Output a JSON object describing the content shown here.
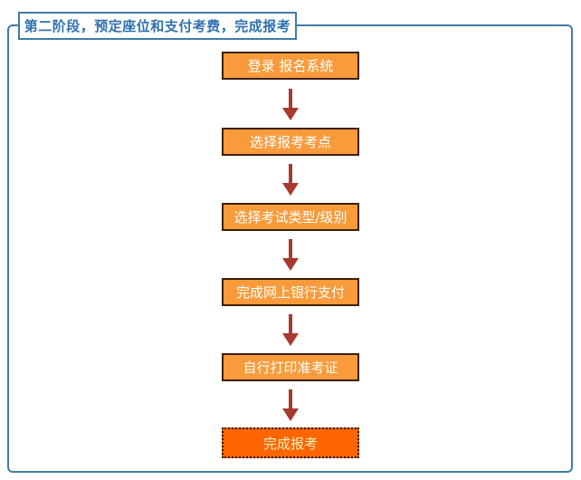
{
  "colors": {
    "border-blue": "#3e7ca5",
    "title-blue": "#2e71b0",
    "box-orange": "#f99b3b",
    "box-border": "#3d1f05",
    "box-text": "#ffffff",
    "arrow-red": "#a8392e",
    "final-orange": "#ff6500",
    "final-text": "#fdf2c4"
  },
  "title": "第二阶段，预定座位和支付考费，完成报考",
  "steps": [
    {
      "label": "登录 报名系统"
    },
    {
      "label": "选择报考考点"
    },
    {
      "label": "选择考试类型/级别"
    },
    {
      "label": "完成网上银行支付"
    },
    {
      "label": "自行打印准考证"
    },
    {
      "label": "完成报考"
    }
  ]
}
